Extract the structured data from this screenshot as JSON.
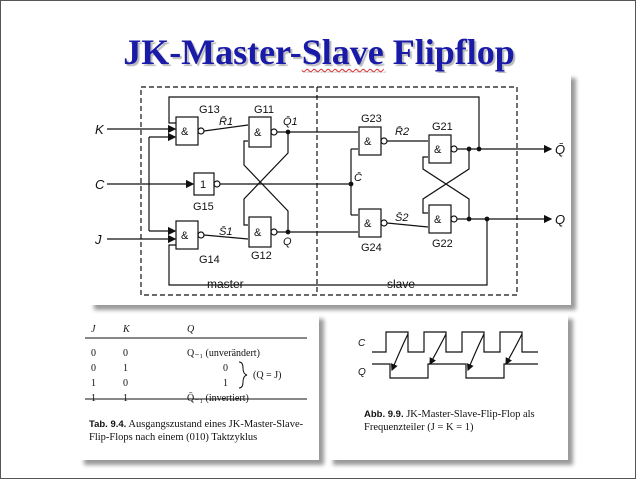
{
  "slide": {
    "title_part1": "JK-Master-",
    "title_part2": "Slave",
    "title_part3": " Flipflop"
  },
  "circuit": {
    "inputs": {
      "k": "K",
      "c": "C",
      "j": "J"
    },
    "outputs": {
      "q_bar": "Q̄",
      "q": "Q"
    },
    "gates": {
      "g13": "G13",
      "g14": "G14",
      "g15": "G15",
      "g11": "G11",
      "g12": "G12",
      "g23": "G23",
      "g24": "G24",
      "g21": "G21",
      "g22": "G22"
    },
    "gate_symbols": {
      "and": "&",
      "not": "1"
    },
    "signals": {
      "r1": "R̄1",
      "s1": "S̄1",
      "q1": "Q̄1",
      "q_master": "Q",
      "r2": "R̄2",
      "s2": "S̄2",
      "c_bar": "C̄"
    },
    "section_labels": {
      "master": "master",
      "slave": "slave"
    }
  },
  "table": {
    "headers": [
      "J",
      "K",
      "Q"
    ],
    "rows": [
      {
        "j": "0",
        "k": "0",
        "q": "Q₋₁ (unverändert)"
      },
      {
        "j": "0",
        "k": "1",
        "q": "0"
      },
      {
        "j": "1",
        "k": "0",
        "q": "1"
      },
      {
        "j": "1",
        "k": "1",
        "q": "Q̄₋₁ (invertiert)"
      }
    ],
    "brace_note": "(Q = J)",
    "caption_label": "Tab. 9.4.",
    "caption_text": "Ausgangszustand eines JK-Master-Slave-Flip-Flops nach einem (010) Taktzyklus"
  },
  "waveform": {
    "signal_c": "C",
    "signal_q": "Q",
    "caption_label": "Abb. 9.9.",
    "caption_text": "JK-Master-Slave-Flip-Flop als Frequenzteiler (J = K = 1)"
  }
}
